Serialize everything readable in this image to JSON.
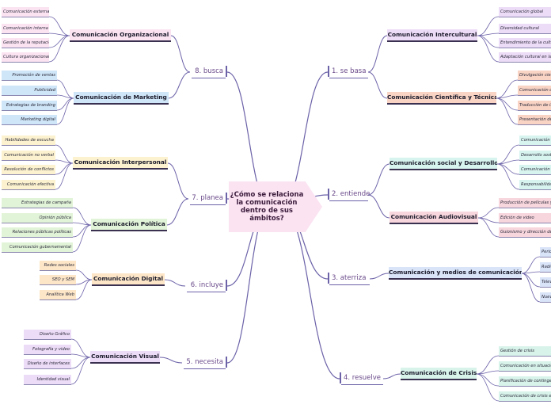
{
  "central": "¿Cómo se relaciona la comunicación dentro de sus ámbitos?",
  "colors": {
    "connector": "#6b62a8",
    "pink": "#fbe3f2",
    "blue": "#cfe6f8",
    "yellow": "#fdf2cf",
    "green": "#e2f4d8",
    "orange": "#fde6c8",
    "purple": "#eddcf7",
    "salmon": "#f9d4c5",
    "mint": "#d8f4ef",
    "rose": "#f8d6dd",
    "lightblue": "#d9e4f8",
    "teal": "#d8f3ea"
  },
  "branches": [
    {
      "label": "8. busca",
      "topics": [
        {
          "label": "Comunicación Organizacional",
          "color": "pink",
          "leaves": [
            "Comunicación externa",
            "Comunicación interna",
            "Gestión de la reputación",
            "Cultura organizacional"
          ]
        },
        {
          "label": "Comunicación de Marketing",
          "color": "blue",
          "leaves": [
            "Promoción de ventas",
            "Publicidad",
            "Estrategias de branding",
            "Marketing digital"
          ]
        }
      ]
    },
    {
      "label": "7. planea",
      "topics": [
        {
          "label": "Comunicación Interpersonal",
          "color": "yellow",
          "leaves": [
            "Habilidades de escucha",
            "Comunicación no verbal",
            "Resolución de conflictos",
            "Comunicación efectiva"
          ]
        },
        {
          "label": "Comunicación Política",
          "color": "green",
          "leaves": [
            "Estrategias de campaña",
            "Opinión pública",
            "Relaciones públicas políticas",
            "Comunicación gubernamental"
          ]
        }
      ]
    },
    {
      "label": "6. incluye",
      "topics": [
        {
          "label": "Comunicación Digital",
          "color": "orange",
          "leaves": [
            "Redes sociales",
            "SEO y SEM",
            "Analítica Web"
          ]
        }
      ]
    },
    {
      "label": "5. necesita",
      "topics": [
        {
          "label": "Comunicación Visual",
          "color": "purple",
          "leaves": [
            "Diseño Gráfico",
            "Fotografía y video",
            "Diseño de interfaces",
            "Identidad visual"
          ]
        }
      ]
    },
    {
      "label": "1. se basa",
      "topics": [
        {
          "label": "Comunicación Intercultural",
          "color": "purple",
          "leaves": [
            "Comunicación global",
            "Diversidad cultural",
            "Entendimiento de la cultura",
            "Adaptación cultural en la comunicación"
          ]
        },
        {
          "label": "Comunicación Científica y Técnica",
          "color": "salmon",
          "leaves": [
            "Divulgación científica",
            "Comunicación de riesgos",
            "Traducción de información técnica",
            "Presentación de datos"
          ]
        }
      ]
    },
    {
      "label": "2. entiende",
      "topics": [
        {
          "label": "Comunicación social y Desarrollo",
          "color": "mint",
          "leaves": [
            "Comunicación para el cambio",
            "Desarrollo sostenible",
            "Comunicación comunitaria",
            "Responsabilidad social"
          ]
        },
        {
          "label": "Comunicación Audiovisual",
          "color": "rose",
          "leaves": [
            "Producción de películas y series",
            "Edición de video",
            "Guionismo y dirección de arte"
          ]
        }
      ]
    },
    {
      "label": "3. aterriza",
      "topics": [
        {
          "label": "Comunicación y medios de comunicación",
          "color": "lightblue",
          "leaves": [
            "Periodismo",
            "Radio",
            "Televisión",
            "Nuevos medios"
          ]
        }
      ]
    },
    {
      "label": "4. resuelve",
      "topics": [
        {
          "label": "Comunicación de Crisis",
          "color": "teal",
          "leaves": [
            "Gestión de crisis",
            "Comunicación en situaciones de emergencia",
            "Planificación de contingencias",
            "Comunicación de crisis en redes"
          ]
        }
      ]
    }
  ]
}
